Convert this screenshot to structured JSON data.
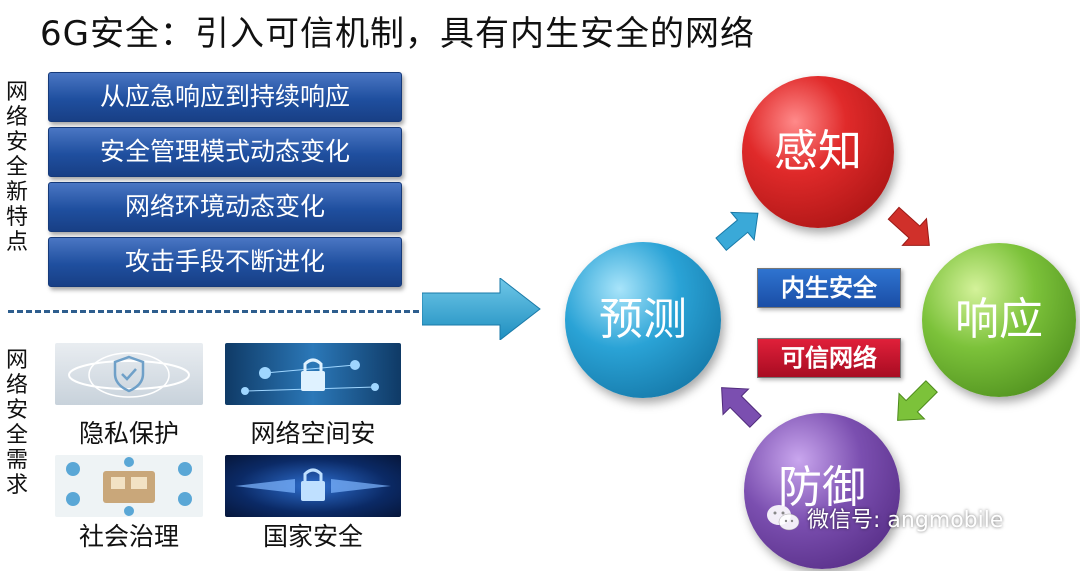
{
  "title": "6G安全：引入可信机制，具有内生安全的网络",
  "left_panel": {
    "features_label": "网络安全新特点",
    "features": [
      "从应急响应到持续响应",
      "安全管理模式动态变化",
      "网络环境动态变化",
      "攻击手段不断进化"
    ],
    "requirements_label": "网络安全需求",
    "requirements": [
      "隐私保护",
      "网络空间安",
      "社会治理",
      "国家安全"
    ]
  },
  "cycle": {
    "nodes": [
      {
        "label": "感知",
        "color": "#d81e1e"
      },
      {
        "label": "响应",
        "color": "#6fb82a"
      },
      {
        "label": "防御",
        "color": "#7b3fa0"
      },
      {
        "label": "预测",
        "color": "#1f9bd1"
      }
    ],
    "center_tags": [
      {
        "label": "内生安全",
        "color": "#1f5bb5"
      },
      {
        "label": "可信网络",
        "color": "#c8102e"
      }
    ]
  },
  "watermark": "微信号: angmobile"
}
